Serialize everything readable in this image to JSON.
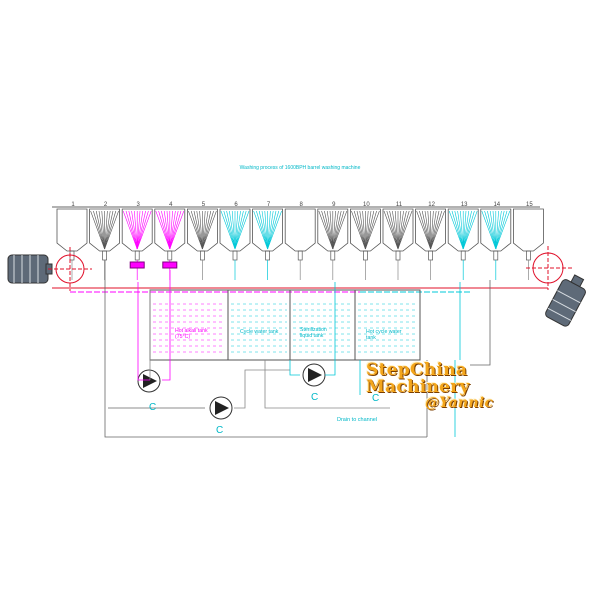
{
  "title": "Washing process of 1600BPH barrel washing machine",
  "stations": [
    "1",
    "2",
    "3",
    "4",
    "5",
    "6",
    "7",
    "8",
    "9",
    "10",
    "11",
    "12",
    "13",
    "14",
    "15"
  ],
  "station_colors": [
    "none",
    "gray",
    "magenta",
    "magenta",
    "gray",
    "cyan",
    "cyan",
    "none",
    "gray",
    "gray",
    "gray",
    "gray",
    "cyan",
    "cyan",
    "none"
  ],
  "tanks": [
    {
      "label_lines": [
        "Hot alkali tank",
        "(75°C)"
      ],
      "color": "#ff00ff"
    },
    {
      "label_lines": [
        "Cycle water tank"
      ],
      "color": "#00c8d8"
    },
    {
      "label_lines": [
        "Sterilization",
        "liquid tank"
      ],
      "color": "#00c8d8"
    },
    {
      "label_lines": [
        "Hot cycle water",
        "tank"
      ],
      "color": "#00c8d8"
    }
  ],
  "drain_label": "Drain to channel",
  "pump_mark": "C",
  "watermark": [
    "StepChina",
    "Machinery",
    "@Yannic"
  ],
  "colors": {
    "alkali": "#ff00ff",
    "water": "#00c8d8",
    "line": "#444444",
    "red": "#e0102a"
  }
}
